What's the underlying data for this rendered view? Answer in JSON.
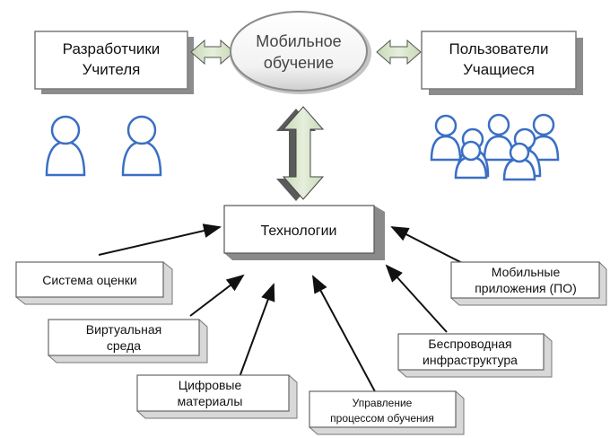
{
  "top": {
    "left_box": {
      "line1": "Разработчики",
      "line2": "Учителя"
    },
    "center_ellipse": {
      "line1": "Мобильное",
      "line2": "обучение"
    },
    "right_box": {
      "line1": "Пользователи",
      "line2": "Учащиеся"
    }
  },
  "center": {
    "label": "Технологии"
  },
  "components": {
    "assessment": {
      "line1": "Система оценки"
    },
    "virtual_env": {
      "line1": "Виртуальная",
      "line2": "среда"
    },
    "digital_materials": {
      "line1": "Цифровые",
      "line2": "материалы"
    },
    "learning_management": {
      "line1": "Управление",
      "line2": "процессом обучения"
    },
    "wireless_infra": {
      "line1": "Беспроводная",
      "line2": "инфраструктура"
    },
    "mobile_apps": {
      "line1": "Мобильные",
      "line2": "приложения (ПО)"
    }
  },
  "colors": {
    "person_outline": "#3a6fc4",
    "arrow_fill": "#d6e4c6",
    "box_border": "#7a7a7a",
    "ellipse_border": "#8a8a8a"
  }
}
